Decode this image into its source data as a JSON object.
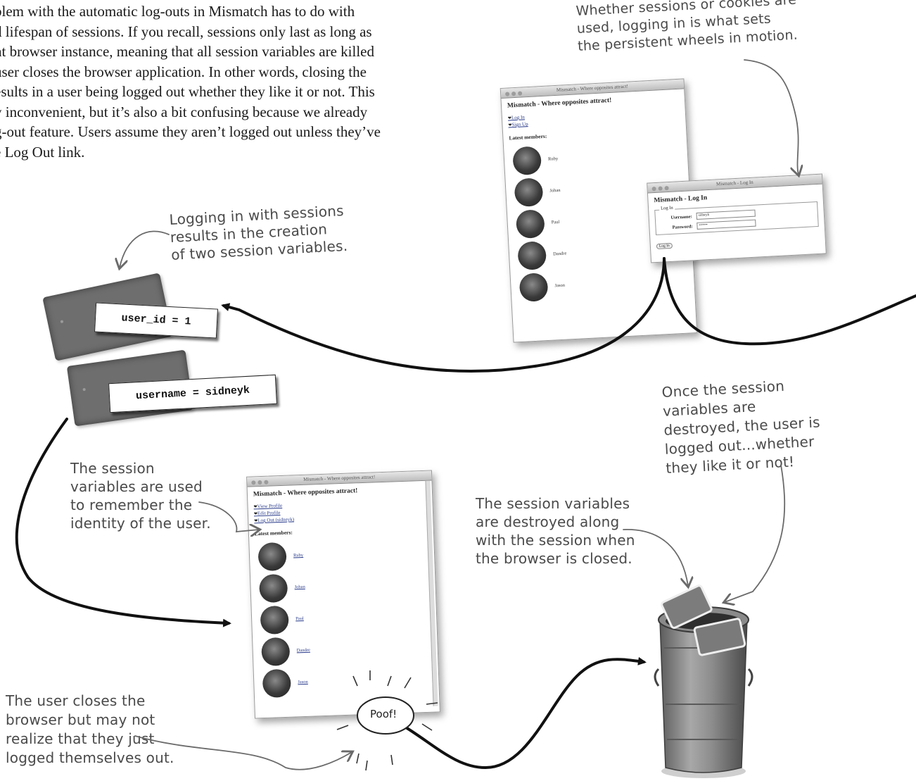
{
  "intro_lines": [
    "blem with the automatic log-outs in Mismatch has to do with",
    "d lifespan of sessions. If you recall, sessions only last as long as",
    "nt browser instance, meaning that all session variables are killed",
    "user closes the browser application. In other words, closing the",
    "esults in a user being logged out whether they like it or not. This",
    "y inconvenient, but it’s also a bit confusing because we already",
    "g-out feature. Users assume they aren’t logged out unless they’ve",
    "e Log Out link."
  ],
  "annotations": {
    "top_right": [
      "Whether sessions or cookies are",
      "used, logging in is what sets",
      "the persistent wheels in motion."
    ],
    "logging_in": [
      "Logging in with sessions",
      "results in the creation",
      "of two session variables."
    ],
    "once_destroyed": [
      "Once the session",
      "variables are",
      "destroyed, the user is",
      "logged out...whether",
      "they like it or not!"
    ],
    "session_used": [
      "The session",
      "variables are used",
      "to remember the",
      "identity of the user."
    ],
    "destroyed_along": [
      "The session variables",
      "are destroyed along",
      "with the session when",
      "the browser is closed."
    ],
    "user_closes": [
      "The user closes the",
      "browser but may not",
      "realize that they just",
      "logged themselves out."
    ]
  },
  "session_vars": {
    "user_id": "user_id = 1",
    "username": "username = sidneyk"
  },
  "poof": "Poof!",
  "browser_main": {
    "title": "Mismatch - Where opposites attract!",
    "heading": "Mismatch - Where opposites attract!",
    "nav": [
      "Log In",
      "Sign Up"
    ],
    "latest": "Latest members:",
    "members": [
      "Ruby",
      "Johan",
      "Paul",
      "Dandre",
      "Jason"
    ]
  },
  "browser_login": {
    "title": "Mismatch - Log In",
    "heading": "Mismatch - Log In",
    "legend": "Log In",
    "username_label": "Username:",
    "username_value": "sidneyk",
    "password_label": "Password:",
    "password_value": "•••••••",
    "button": "Log In"
  },
  "browser_loggedin": {
    "title": "Mismatch - Where opposites attract!",
    "heading": "Mismatch - Where opposites attract!",
    "nav": [
      "View Profile",
      "Edit Profile",
      "Log Out (sidneyk)"
    ],
    "latest": "Latest members:",
    "members": [
      "Ruby",
      "Johan",
      "Paul",
      "Dandre",
      "Jason"
    ]
  }
}
